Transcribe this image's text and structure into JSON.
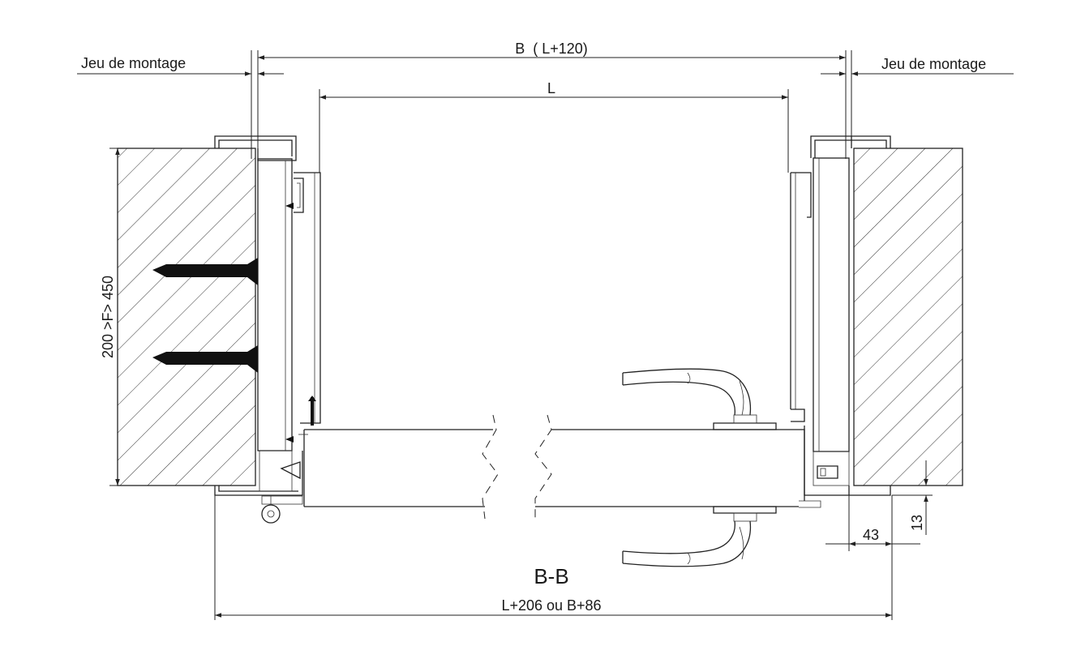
{
  "labels": {
    "jeu_left": "Jeu de montage",
    "jeu_right": "Jeu de montage",
    "dim_b": "B  ( L+120)",
    "dim_l": "L",
    "dim_f": "200 >F> 450",
    "dim_43": "43",
    "dim_13": "13",
    "section": "B-B",
    "dim_bottom": "L+206 ou B+86"
  }
}
